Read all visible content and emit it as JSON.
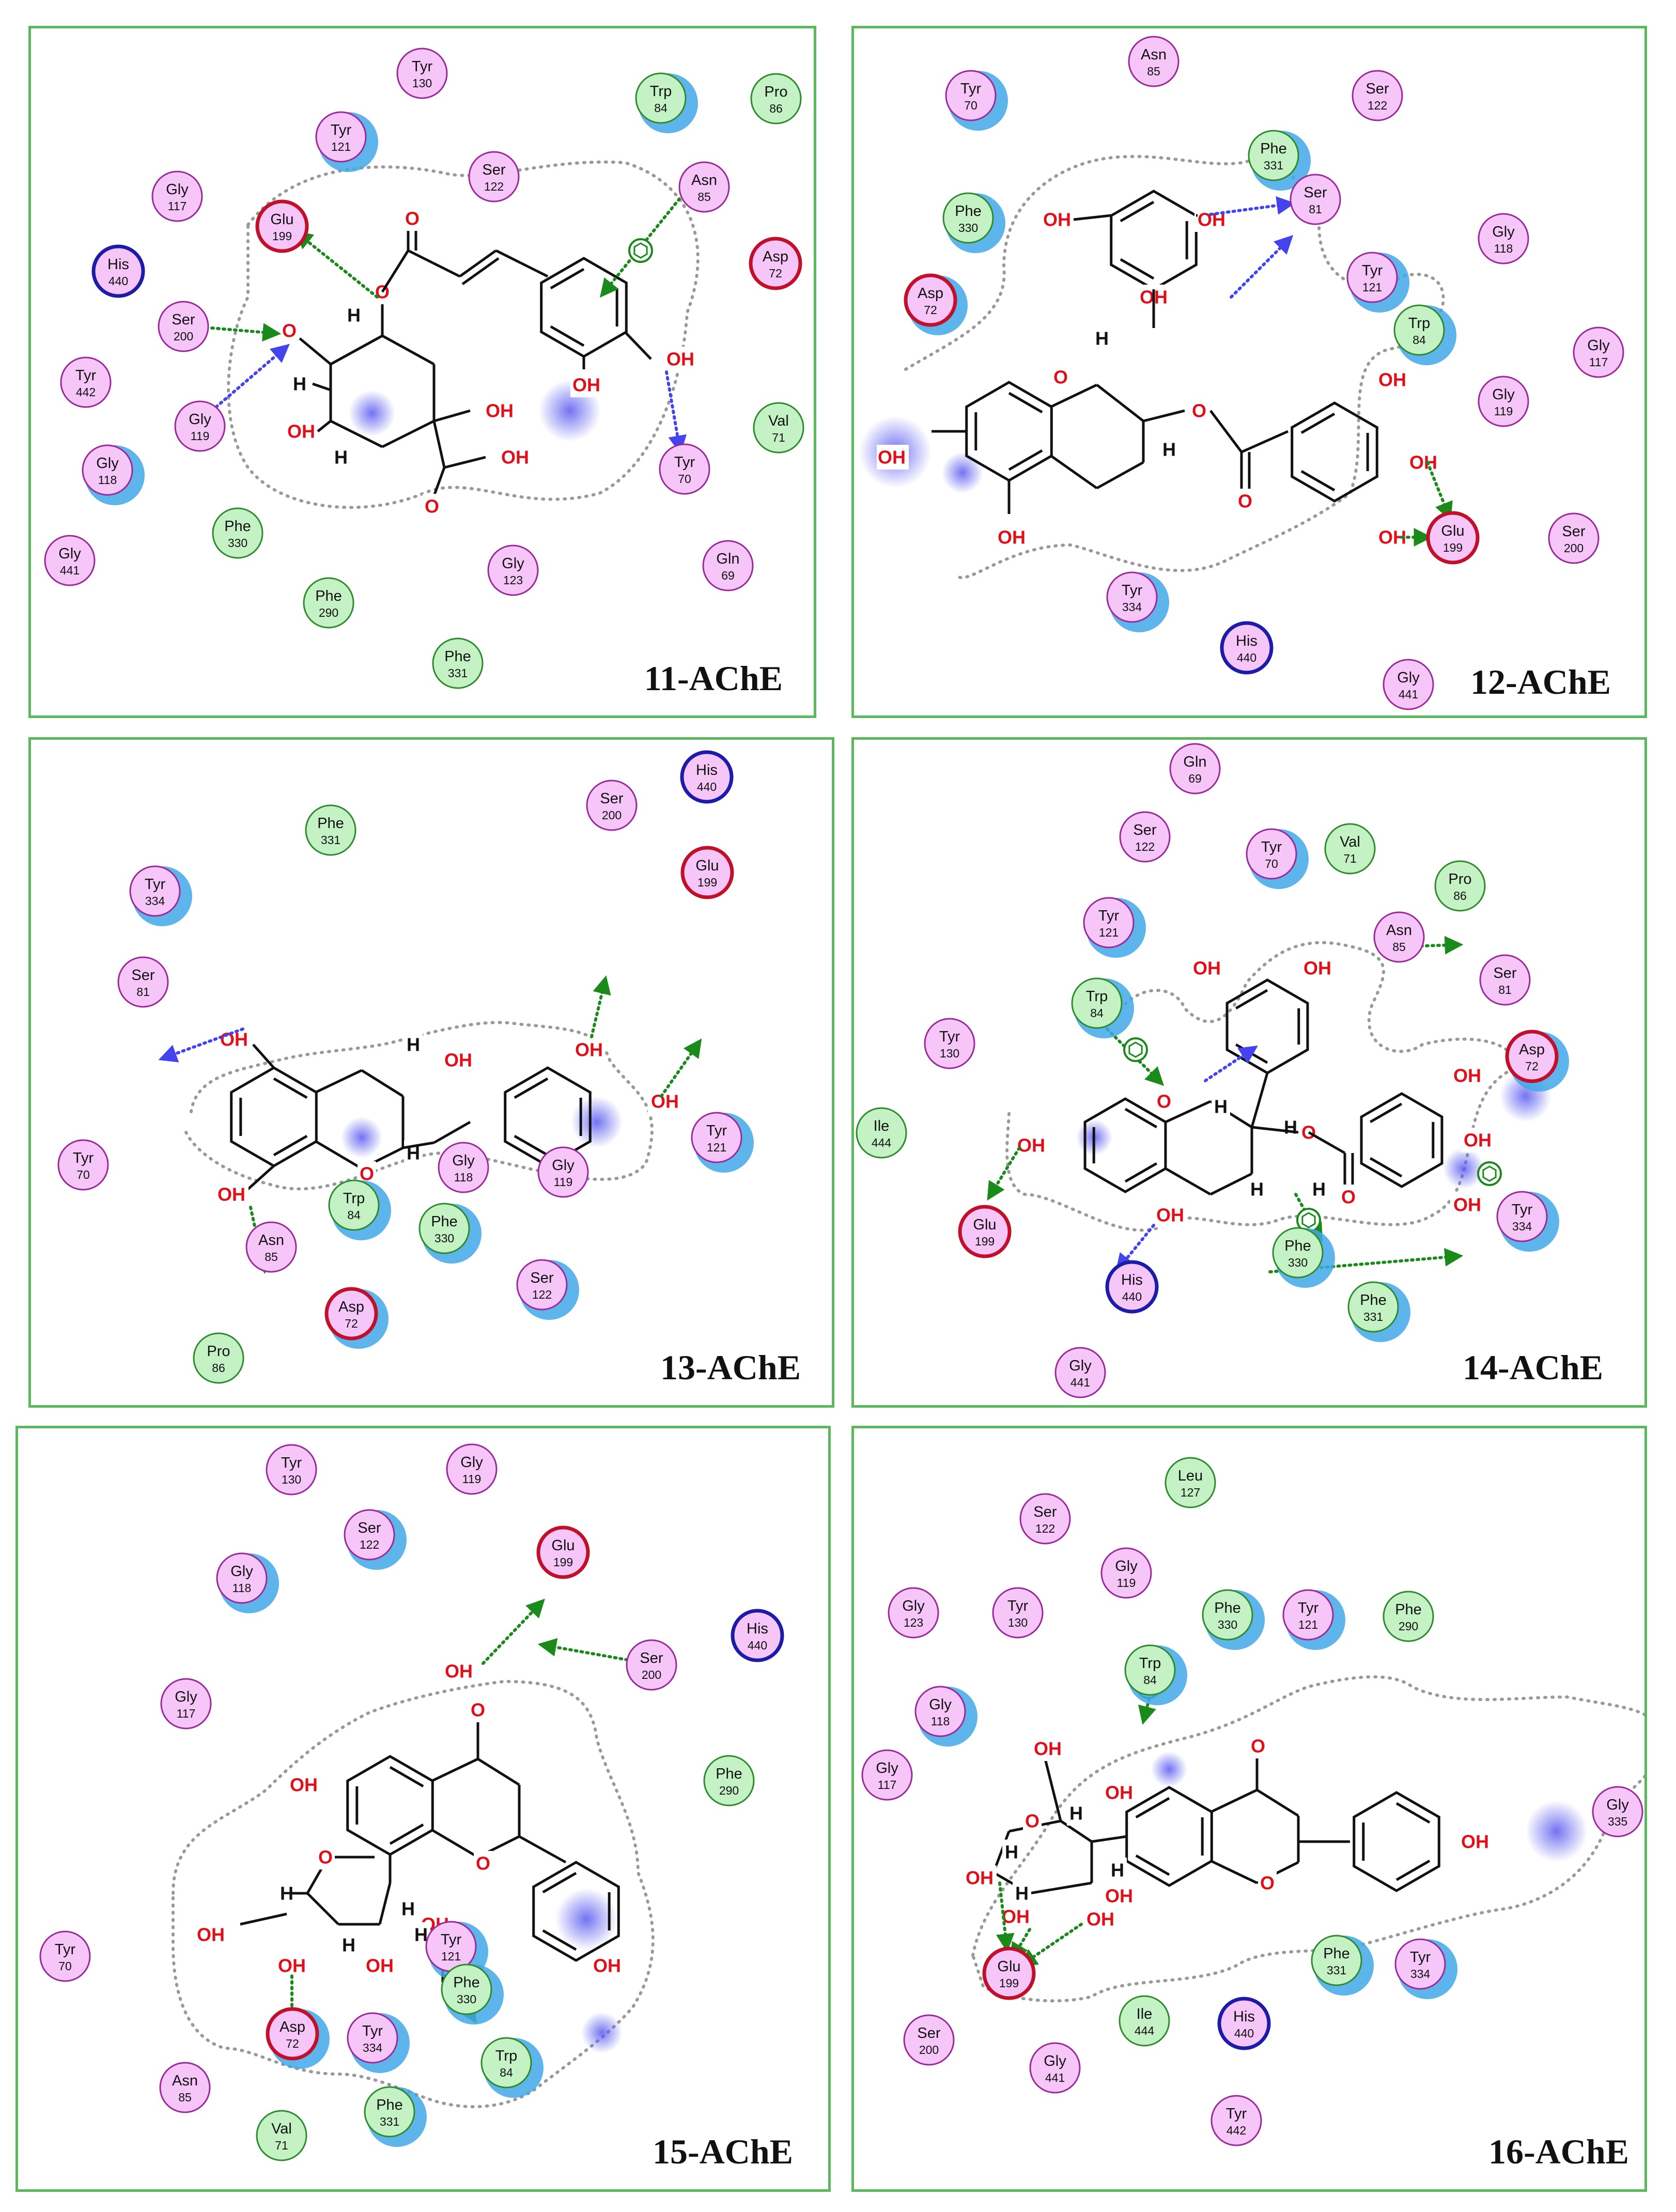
{
  "panels": [
    {
      "title": "11-AChE",
      "residues": [
        {
          "name": "Tyr",
          "num": "130",
          "type": "polar"
        },
        {
          "name": "Trp",
          "num": "84",
          "type": "hydrophobic",
          "exposure": true
        },
        {
          "name": "Pro",
          "num": "86",
          "type": "hydrophobic"
        },
        {
          "name": "Tyr",
          "num": "121",
          "type": "polar",
          "exposure": true
        },
        {
          "name": "Ser",
          "num": "122",
          "type": "polar"
        },
        {
          "name": "Asn",
          "num": "85",
          "type": "polar"
        },
        {
          "name": "Gly",
          "num": "117",
          "type": "polar"
        },
        {
          "name": "Glu",
          "num": "199",
          "type": "acidic"
        },
        {
          "name": "Asp",
          "num": "72",
          "type": "acidic"
        },
        {
          "name": "His",
          "num": "440",
          "type": "basic"
        },
        {
          "name": "Ser",
          "num": "200",
          "type": "polar"
        },
        {
          "name": "Tyr",
          "num": "442",
          "type": "polar"
        },
        {
          "name": "Gly",
          "num": "119",
          "type": "polar"
        },
        {
          "name": "Val",
          "num": "71",
          "type": "hydrophobic"
        },
        {
          "name": "Gly",
          "num": "118",
          "type": "polar",
          "exposure": true
        },
        {
          "name": "Tyr",
          "num": "70",
          "type": "polar"
        },
        {
          "name": "Gly",
          "num": "441",
          "type": "polar"
        },
        {
          "name": "Phe",
          "num": "330",
          "type": "hydrophobic"
        },
        {
          "name": "Gly",
          "num": "123",
          "type": "polar"
        },
        {
          "name": "Gln",
          "num": "69",
          "type": "polar"
        },
        {
          "name": "Phe",
          "num": "290",
          "type": "hydrophobic"
        },
        {
          "name": "Phe",
          "num": "331",
          "type": "hydrophobic"
        }
      ],
      "atom_labels": [
        "O",
        "O",
        "O",
        "H",
        "H",
        "H",
        "OH",
        "OH",
        "OH",
        "OH",
        "OH"
      ]
    },
    {
      "title": "12-AChE",
      "residues": [
        {
          "name": "Asn",
          "num": "85",
          "type": "polar"
        },
        {
          "name": "Tyr",
          "num": "70",
          "type": "polar",
          "exposure": true
        },
        {
          "name": "Ser",
          "num": "122",
          "type": "polar"
        },
        {
          "name": "Phe",
          "num": "331",
          "type": "hydrophobic",
          "exposure": true
        },
        {
          "name": "Ser",
          "num": "81",
          "type": "polar"
        },
        {
          "name": "Phe",
          "num": "330",
          "type": "hydrophobic",
          "exposure": true
        },
        {
          "name": "Gly",
          "num": "118",
          "type": "polar"
        },
        {
          "name": "Asp",
          "num": "72",
          "type": "acidic",
          "exposure": true
        },
        {
          "name": "Tyr",
          "num": "121",
          "type": "polar",
          "exposure": true
        },
        {
          "name": "Trp",
          "num": "84",
          "type": "hydrophobic",
          "exposure": true
        },
        {
          "name": "Gly",
          "num": "117",
          "type": "polar"
        },
        {
          "name": "Gly",
          "num": "119",
          "type": "polar"
        },
        {
          "name": "Glu",
          "num": "199",
          "type": "acidic"
        },
        {
          "name": "Ser",
          "num": "200",
          "type": "polar"
        },
        {
          "name": "Tyr",
          "num": "334",
          "type": "polar",
          "exposure": true
        },
        {
          "name": "His",
          "num": "440",
          "type": "basic"
        },
        {
          "name": "Gly",
          "num": "441",
          "type": "polar"
        }
      ],
      "atom_labels": [
        "O",
        "O",
        "O",
        "H",
        "H",
        "OH",
        "OH",
        "OH",
        "OH",
        "OH",
        "OH",
        "OH",
        "OH"
      ]
    },
    {
      "title": "13-AChE",
      "residues": [
        {
          "name": "His",
          "num": "440",
          "type": "basic"
        },
        {
          "name": "Phe",
          "num": "331",
          "type": "hydrophobic"
        },
        {
          "name": "Ser",
          "num": "200",
          "type": "polar"
        },
        {
          "name": "Glu",
          "num": "199",
          "type": "acidic"
        },
        {
          "name": "Tyr",
          "num": "334",
          "type": "polar",
          "exposure": true
        },
        {
          "name": "Ser",
          "num": "81",
          "type": "polar"
        },
        {
          "name": "Tyr",
          "num": "121",
          "type": "polar",
          "exposure": true
        },
        {
          "name": "Tyr",
          "num": "70",
          "type": "polar"
        },
        {
          "name": "Gly",
          "num": "118",
          "type": "polar"
        },
        {
          "name": "Gly",
          "num": "119",
          "type": "polar"
        },
        {
          "name": "Trp",
          "num": "84",
          "type": "hydrophobic",
          "exposure": true
        },
        {
          "name": "Phe",
          "num": "330",
          "type": "hydrophobic",
          "exposure": true
        },
        {
          "name": "Asn",
          "num": "85",
          "type": "polar"
        },
        {
          "name": "Ser",
          "num": "122",
          "type": "polar",
          "exposure": true
        },
        {
          "name": "Asp",
          "num": "72",
          "type": "acidic",
          "exposure": true
        },
        {
          "name": "Pro",
          "num": "86",
          "type": "hydrophobic"
        }
      ],
      "atom_labels": [
        "O",
        "H",
        "H",
        "OH",
        "OH",
        "OH",
        "OH",
        "OH"
      ]
    },
    {
      "title": "14-AChE",
      "residues": [
        {
          "name": "Gln",
          "num": "69",
          "type": "polar"
        },
        {
          "name": "Ser",
          "num": "122",
          "type": "polar"
        },
        {
          "name": "Tyr",
          "num": "70",
          "type": "polar",
          "exposure": true
        },
        {
          "name": "Val",
          "num": "71",
          "type": "hydrophobic"
        },
        {
          "name": "Pro",
          "num": "86",
          "type": "hydrophobic"
        },
        {
          "name": "Tyr",
          "num": "121",
          "type": "polar",
          "exposure": true
        },
        {
          "name": "Asn",
          "num": "85",
          "type": "polar"
        },
        {
          "name": "Ser",
          "num": "81",
          "type": "polar"
        },
        {
          "name": "Trp",
          "num": "84",
          "type": "hydrophobic",
          "exposure": true
        },
        {
          "name": "Tyr",
          "num": "130",
          "type": "polar"
        },
        {
          "name": "Asp",
          "num": "72",
          "type": "acidic",
          "exposure": true
        },
        {
          "name": "Ile",
          "num": "444",
          "type": "hydrophobic"
        },
        {
          "name": "Glu",
          "num": "199",
          "type": "acidic"
        },
        {
          "name": "Tyr",
          "num": "334",
          "type": "polar",
          "exposure": true
        },
        {
          "name": "Phe",
          "num": "330",
          "type": "hydrophobic",
          "exposure": true
        },
        {
          "name": "His",
          "num": "440",
          "type": "basic"
        },
        {
          "name": "Phe",
          "num": "331",
          "type": "hydrophobic",
          "exposure": true
        },
        {
          "name": "Gly",
          "num": "441",
          "type": "polar"
        }
      ],
      "atom_labels": [
        "O",
        "O",
        "O",
        "H",
        "H",
        "H",
        "H",
        "OH",
        "OH",
        "OH",
        "OH",
        "OH",
        "OH",
        "OH"
      ]
    },
    {
      "title": "15-AChE",
      "residues": [
        {
          "name": "Tyr",
          "num": "130",
          "type": "polar"
        },
        {
          "name": "Gly",
          "num": "119",
          "type": "polar"
        },
        {
          "name": "Ser",
          "num": "122",
          "type": "polar",
          "exposure": true
        },
        {
          "name": "Glu",
          "num": "199",
          "type": "acidic"
        },
        {
          "name": "Gly",
          "num": "118",
          "type": "polar",
          "exposure": true
        },
        {
          "name": "His",
          "num": "440",
          "type": "basic"
        },
        {
          "name": "Ser",
          "num": "200",
          "type": "polar"
        },
        {
          "name": "Gly",
          "num": "117",
          "type": "polar"
        },
        {
          "name": "Phe",
          "num": "290",
          "type": "hydrophobic"
        },
        {
          "name": "Tyr",
          "num": "121",
          "type": "polar",
          "exposure": true
        },
        {
          "name": "Tyr",
          "num": "70",
          "type": "polar"
        },
        {
          "name": "Phe",
          "num": "330",
          "type": "hydrophobic",
          "exposure": true
        },
        {
          "name": "Asp",
          "num": "72",
          "type": "acidic",
          "exposure": true
        },
        {
          "name": "Tyr",
          "num": "334",
          "type": "polar",
          "exposure": true
        },
        {
          "name": "Trp",
          "num": "84",
          "type": "hydrophobic",
          "exposure": true
        },
        {
          "name": "Asn",
          "num": "85",
          "type": "polar"
        },
        {
          "name": "Phe",
          "num": "331",
          "type": "hydrophobic",
          "exposure": true
        },
        {
          "name": "Val",
          "num": "71",
          "type": "hydrophobic"
        }
      ],
      "atom_labels": [
        "O",
        "O",
        "O",
        "H",
        "H",
        "H",
        "H",
        "H",
        "OH",
        "OH",
        "OH",
        "OH",
        "OH",
        "OH",
        "OH",
        "OH"
      ]
    },
    {
      "title": "16-AChE",
      "residues": [
        {
          "name": "Leu",
          "num": "127",
          "type": "hydrophobic"
        },
        {
          "name": "Ser",
          "num": "122",
          "type": "polar"
        },
        {
          "name": "Gly",
          "num": "119",
          "type": "polar"
        },
        {
          "name": "Gly",
          "num": "123",
          "type": "polar"
        },
        {
          "name": "Tyr",
          "num": "130",
          "type": "polar"
        },
        {
          "name": "Phe",
          "num": "330",
          "type": "hydrophobic",
          "exposure": true
        },
        {
          "name": "Tyr",
          "num": "121",
          "type": "polar",
          "exposure": true
        },
        {
          "name": "Phe",
          "num": "290",
          "type": "hydrophobic"
        },
        {
          "name": "Trp",
          "num": "84",
          "type": "hydrophobic",
          "exposure": true
        },
        {
          "name": "Gly",
          "num": "118",
          "type": "polar",
          "exposure": true
        },
        {
          "name": "Gly",
          "num": "117",
          "type": "polar"
        },
        {
          "name": "Gly",
          "num": "335",
          "type": "polar"
        },
        {
          "name": "Glu",
          "num": "199",
          "type": "acidic"
        },
        {
          "name": "Phe",
          "num": "331",
          "type": "hydrophobic",
          "exposure": true
        },
        {
          "name": "Tyr",
          "num": "334",
          "type": "polar",
          "exposure": true
        },
        {
          "name": "Ser",
          "num": "200",
          "type": "polar"
        },
        {
          "name": "Ile",
          "num": "444",
          "type": "hydrophobic"
        },
        {
          "name": "His",
          "num": "440",
          "type": "basic"
        },
        {
          "name": "Gly",
          "num": "441",
          "type": "polar"
        },
        {
          "name": "Tyr",
          "num": "442",
          "type": "polar"
        }
      ],
      "atom_labels": [
        "O",
        "O",
        "O",
        "H",
        "H",
        "H",
        "H",
        "OH",
        "OH",
        "OH",
        "OH",
        "OH",
        "OH",
        "OH",
        "OH"
      ]
    }
  ],
  "colors": {
    "panel_border": "#5cb85c",
    "polar_fill": "#f5c6f7",
    "polar_stroke": "#9b2a9b",
    "hydrophobic_fill": "#c4f2c4",
    "hydrophobic_stroke": "#2e8b2e",
    "acidic_stroke": "#c0102a",
    "basic_stroke": "#1c1ca8",
    "exposure_halo": "#41a8e8",
    "hbond_backbone": "#1a8a1a",
    "hbond_sidechain": "#4444ee",
    "heteroatom": "#e0101a",
    "pocket_outline": "#999999"
  }
}
